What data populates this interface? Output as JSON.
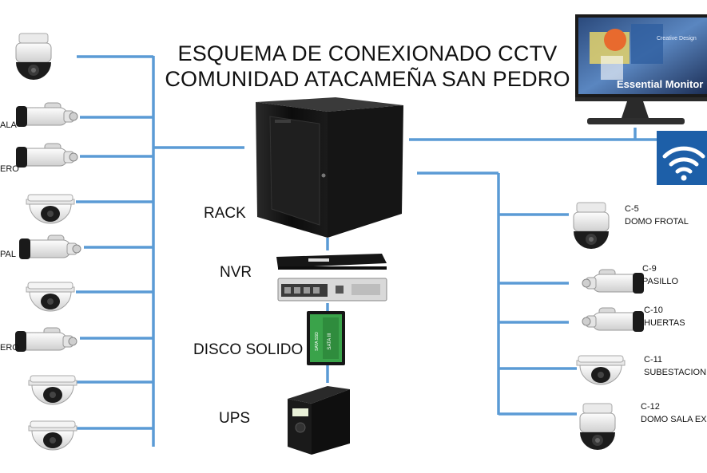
{
  "title": {
    "line1": "ESQUEMA DE CONEXIONADO CCTV",
    "line2": "COMUNIDAD ATACAMEÑA SAN PEDRO"
  },
  "equipment": {
    "rack": "RACK",
    "nvr": "NVR",
    "disk": "DISCO SOLIDO",
    "ups": "UPS"
  },
  "monitor": {
    "brand": "Essential Monitor",
    "wallpaper_text": "Creative Design"
  },
  "ssd": {
    "label": "SATA III",
    "sub": "SATA SSD"
  },
  "left_cameras_cut_labels": [
    "ALA",
    "ERO",
    "PAL",
    "ERO"
  ],
  "right_cameras": [
    {
      "id": "C-5",
      "name": "DOMO FROTAL"
    },
    {
      "id": "C-9",
      "name": "PASILLO"
    },
    {
      "id": "C-10",
      "name": "HUERTAS"
    },
    {
      "id": "C-11",
      "name": "SUBESTACION"
    },
    {
      "id": "C-12",
      "name": "DOMO SALA EX"
    }
  ],
  "colors": {
    "cable": "#5b9bd5",
    "rack": "#121212",
    "wifi": "#1d5fa8"
  },
  "icons": [
    "ptz-camera-icon",
    "bullet-camera-icon",
    "dome-camera-icon",
    "rack-cabinet-icon",
    "nvr-recorder-icon",
    "ssd-icon",
    "ups-icon",
    "monitor-icon",
    "wifi-icon"
  ]
}
